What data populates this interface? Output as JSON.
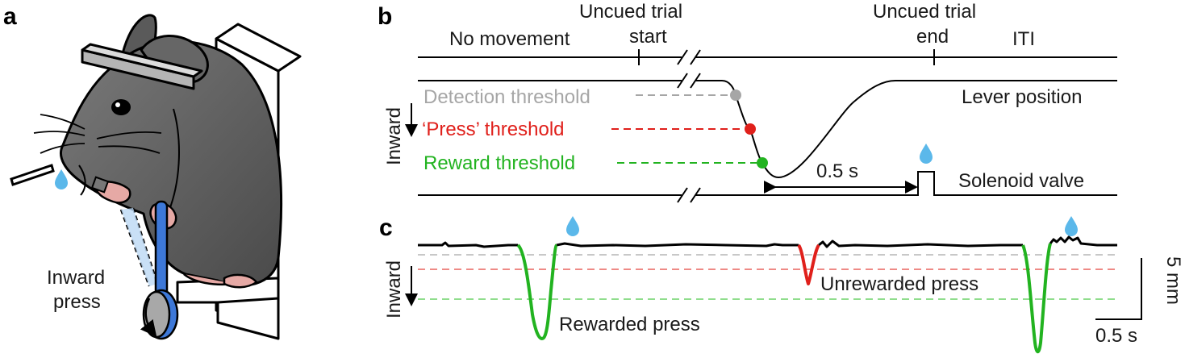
{
  "panels": {
    "a": "a",
    "b": "b",
    "c": "c"
  },
  "panel_a": {
    "label": "Inward press",
    "label_line1": "Inward",
    "label_line2": "press"
  },
  "panel_b": {
    "phase_no_movement": "No movement",
    "uncued_start_line1": "Uncued trial",
    "uncued_start_line2": "start",
    "uncued_end_line1": "Uncued trial",
    "uncued_end_line2": "end",
    "iti": "ITI",
    "axis_label": "Inward",
    "detection_threshold": "Detection threshold",
    "press_threshold": "‘Press’ threshold",
    "reward_threshold": "Reward threshold",
    "lever_position": "Lever position",
    "interval": "0.5 s",
    "solenoid_valve": "Solenoid valve"
  },
  "panel_c": {
    "axis_label": "Inward",
    "rewarded_press": "Rewarded press",
    "unrewarded_press": "Unrewarded press",
    "scale_y": "5 mm",
    "scale_x": "0.5 s"
  },
  "colors": {
    "detection": "#a6a6a6",
    "press": "#e0201b",
    "reward": "#22b320",
    "water": "#5bb8ea",
    "mouse_body": "#6d6d6d",
    "lever": "#3d78d8"
  }
}
